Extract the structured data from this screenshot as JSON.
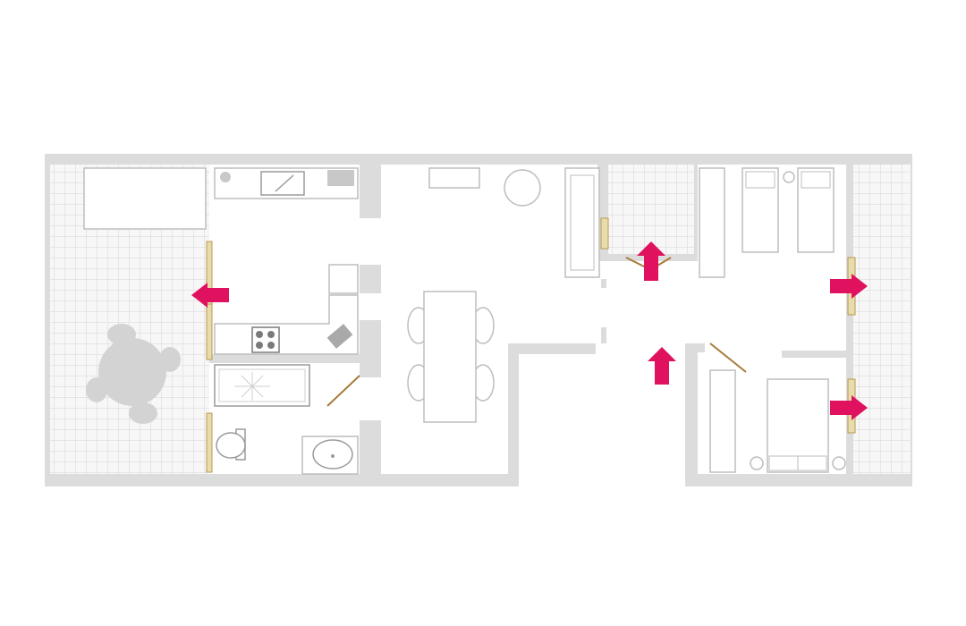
{
  "colors": {
    "background": "#ffffff",
    "wall": "#dcdcdc",
    "tile_fill": "#f7f7f7",
    "tile_line": "#d6d6d6",
    "furniture_stroke": "#bdbdbd",
    "appliance_fill": "#c8c8c8",
    "door_arc": "#a87a3a",
    "window_frame": "#e8dcaa",
    "arrow": "#e0115f",
    "table_fill": "#d3d3d3"
  },
  "markers": [
    {
      "name": "entry-arrow-left-terrace",
      "direction": "left"
    },
    {
      "name": "entry-arrow-balcony-room",
      "direction": "up"
    },
    {
      "name": "entry-arrow-hall",
      "direction": "up"
    },
    {
      "name": "entry-arrow-right-terrace-upper",
      "direction": "right"
    },
    {
      "name": "entry-arrow-right-terrace-lower",
      "direction": "right"
    }
  ]
}
